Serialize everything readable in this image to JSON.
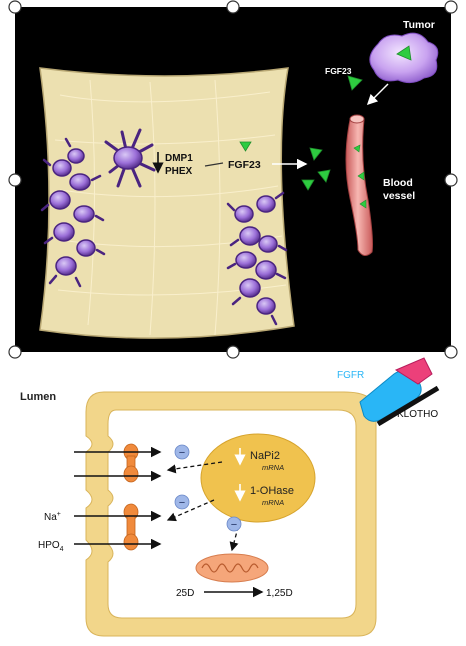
{
  "top_panel": {
    "tumor_label": "Tumor",
    "fgf23_label": "FGF23",
    "dmp1_label": "DMP1",
    "phex_label": "PHEX",
    "fgf23_center_label": "FGF23",
    "blood_label_line1": "Blood",
    "blood_label_line2": "vessel"
  },
  "bottom_panel": {
    "lumen_label": "Lumen",
    "fgfr_label": "FGFR",
    "klotho_label": "KLOTHO",
    "napi2_label": "NaPi2",
    "napi2_mrna": "mRNA",
    "ohase_label": "1-OHase",
    "ohase_mrna": "mRNA",
    "na_label": "Na",
    "na_sup": "+",
    "hpo4_label": "HPO",
    "hpo4_sub": "4",
    "d25_label": "25D",
    "d125_label": "1,25D",
    "minus_symbol": "−"
  },
  "colors": {
    "panel_bg": "#000000",
    "bone": "#ece0b0",
    "cell_purple": "#5a2d91",
    "fgf23_green": "#2ecc40",
    "vessel_pink": "#e88a8a",
    "tubule": "#f2d68a",
    "nucleus": "#f0c24e",
    "transporter": "#f08a3c",
    "mito": "#f5a67a",
    "fgfr_blue": "#29b6f6",
    "klotho_pink": "#ec407a",
    "minus_circle": "#9fb7e8"
  }
}
